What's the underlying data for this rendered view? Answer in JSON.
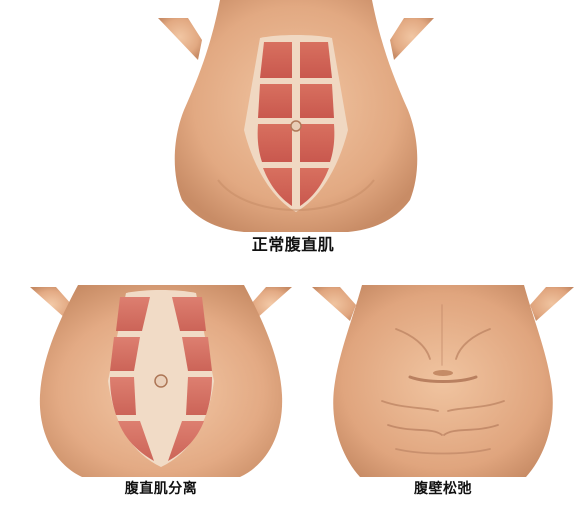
{
  "panels": [
    {
      "id": "normal",
      "caption": "正常腹直肌"
    },
    {
      "id": "diastasis",
      "caption": "腹直肌分离"
    },
    {
      "id": "lax",
      "caption": "腹壁松弛"
    }
  ],
  "colors": {
    "skin": "#e8b48f",
    "skin_shadow": "#c98f68",
    "muscle": "#d2645a",
    "muscle_light": "#e58b7c",
    "tendon": "#f2e2d2",
    "background": "#ffffff"
  }
}
